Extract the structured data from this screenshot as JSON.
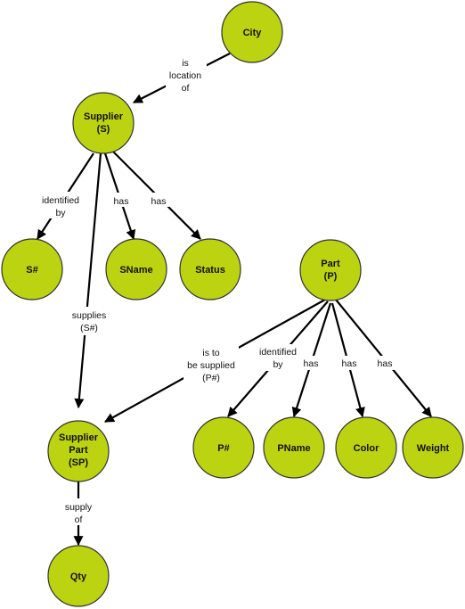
{
  "nodes": {
    "city": [
      "City"
    ],
    "supplier": [
      "Supplier",
      "(S)"
    ],
    "s_num": [
      "S#"
    ],
    "sname": [
      "SName"
    ],
    "status": [
      "Status"
    ],
    "part": [
      "Part",
      "(P)"
    ],
    "supplier_part": [
      "Supplier",
      "Part",
      "(SP)"
    ],
    "p_num": [
      "P#"
    ],
    "pname": [
      "PName"
    ],
    "color": [
      "Color"
    ],
    "weight": [
      "Weight"
    ],
    "qty": [
      "Qty"
    ]
  },
  "edges": {
    "city_supplier": [
      "is",
      "location",
      "of"
    ],
    "supplier_snum": [
      "identified",
      "by"
    ],
    "supplier_sname": [
      "has"
    ],
    "supplier_status": [
      "has"
    ],
    "supplier_sp": [
      "supplies",
      "(S#)"
    ],
    "part_sp": [
      "is to",
      "be supplied",
      "(P#)"
    ],
    "part_pnum": [
      "identified",
      "by"
    ],
    "part_pname": [
      "has"
    ],
    "part_color": [
      "has"
    ],
    "part_weight": [
      "has"
    ],
    "sp_qty": [
      "supply",
      "of"
    ]
  },
  "colors": {
    "node_fill": "#bcd311",
    "node_stroke": "#333333",
    "edge": "#000000"
  }
}
